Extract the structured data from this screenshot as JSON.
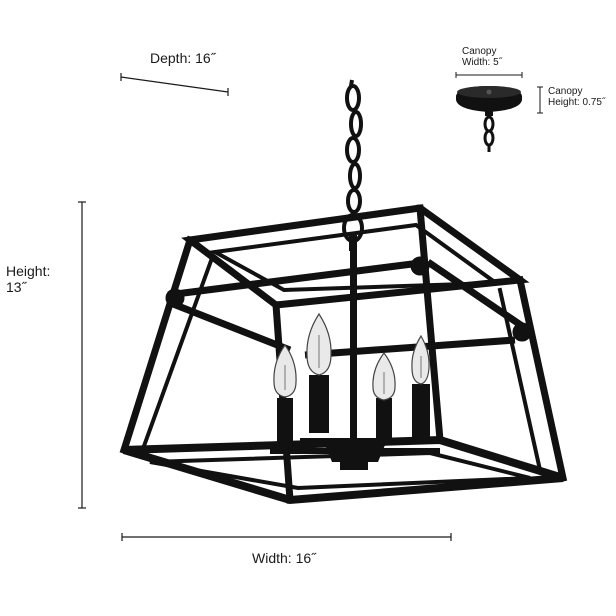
{
  "dimensions": {
    "depth": "Depth: 16˝",
    "height_line1": "Height:",
    "height_line2": "13˝",
    "width": "Width: 16˝",
    "canopy_width_line1": "Canopy",
    "canopy_width_line2": "Width: 5˝",
    "canopy_height_line1": "Canopy",
    "canopy_height_line2": "Height: 0.75˝"
  },
  "colors": {
    "fixture": "#111111",
    "bulb_glass": "#e9e9e9",
    "dimension_line": "#1a1a1a"
  },
  "icons": {
    "fixture": "pendant-lantern-icon",
    "canopy": "ceiling-canopy-icon"
  }
}
